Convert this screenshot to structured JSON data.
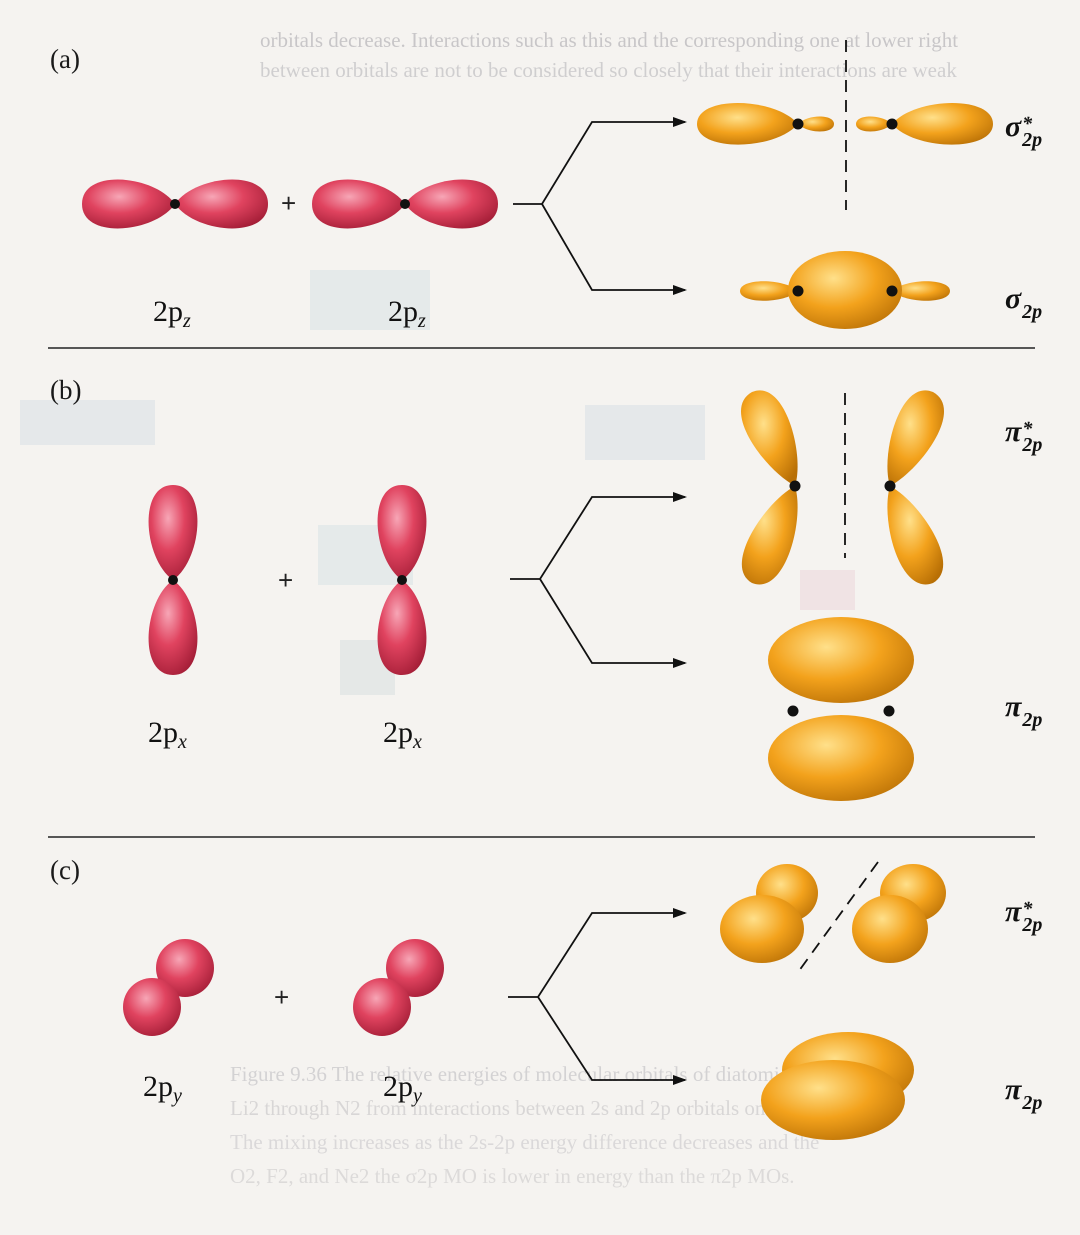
{
  "panels": [
    {
      "label": "(a)",
      "inputs": [
        {
          "base": "2p",
          "sub": "z"
        },
        {
          "base": "2p",
          "sub": "z"
        }
      ],
      "antibonding": {
        "symbol": "σ",
        "sup": "*",
        "sub": "2p"
      },
      "bonding": {
        "symbol": "σ",
        "sup": "",
        "sub": "2p"
      }
    },
    {
      "label": "(b)",
      "inputs": [
        {
          "base": "2p",
          "sub": "x"
        },
        {
          "base": "2p",
          "sub": "x"
        }
      ],
      "antibonding": {
        "symbol": "π",
        "sup": "*",
        "sub": "2p"
      },
      "bonding": {
        "symbol": "π",
        "sup": "",
        "sub": "2p"
      }
    },
    {
      "label": "(c)",
      "inputs": [
        {
          "base": "2p",
          "sub": "y"
        },
        {
          "base": "2p",
          "sub": "y"
        }
      ],
      "antibonding": {
        "symbol": "π",
        "sup": "*",
        "sub": "2p"
      },
      "bonding": {
        "symbol": "π",
        "sup": "",
        "sub": "2p"
      }
    }
  ],
  "operator": "+",
  "colors": {
    "atomic_orbital": "#e0435f",
    "molecular_orbital": "#f3a21c",
    "nucleus": "#111111"
  },
  "bleed_through_text": [
    "orbitals decrease. Interactions such as this and the corresponding one at lower right",
    "between orbitals are not to be considered so closely that their interactions are weak",
    "Figure 9.36 The relative energies of molecular orbitals of diatomic molecules",
    "Li2 through N2 from interactions between 2s and 2p orbitals on each atom.",
    "The mixing increases as the 2s-2p energy difference decreases and the",
    "O2, F2, and Ne2 the σ2p MO is lower in energy than the π2p MOs."
  ]
}
